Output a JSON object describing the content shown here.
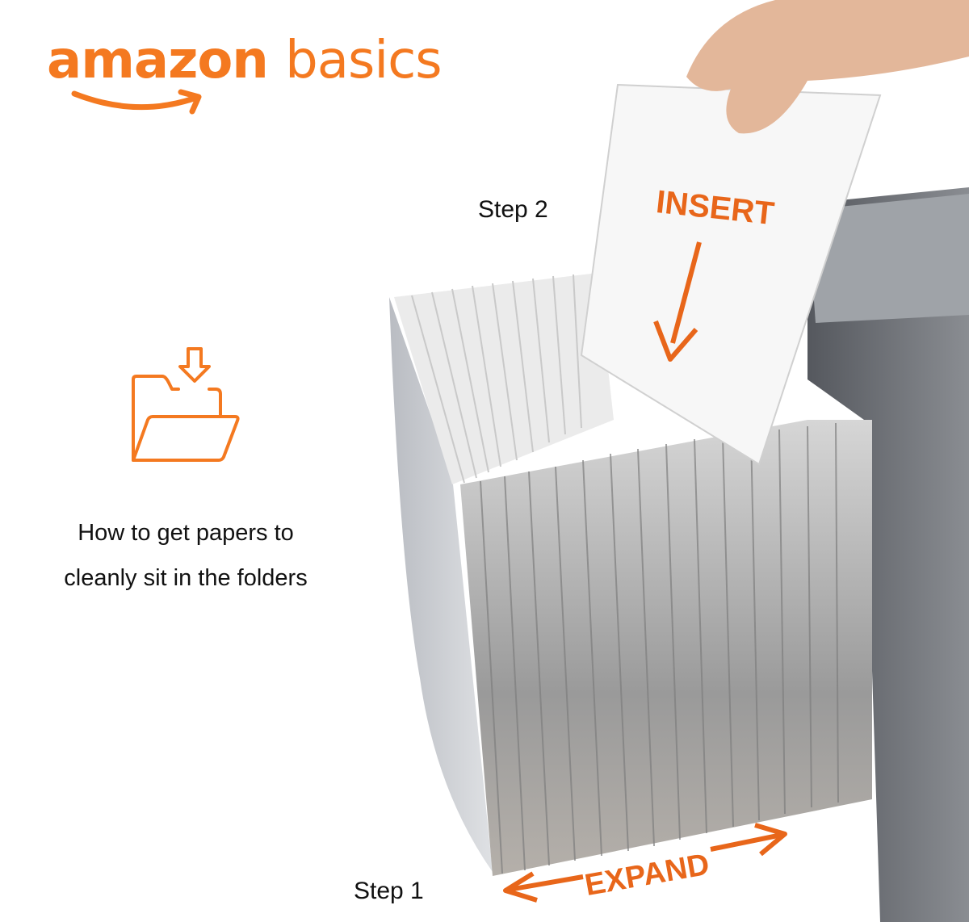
{
  "brand": {
    "name_part1": "amazon",
    "name_part2": "basics",
    "color": "#f47920"
  },
  "steps": {
    "step2": "Step 2",
    "step1": "Step 1"
  },
  "photo": {
    "insert_label": "INSERT",
    "expand_label": "EXPAND",
    "accent_color": "#e8661a"
  },
  "info": {
    "icon": "folder-download-icon",
    "line1": "How to get papers to",
    "line2": "cleanly sit in the folders"
  }
}
